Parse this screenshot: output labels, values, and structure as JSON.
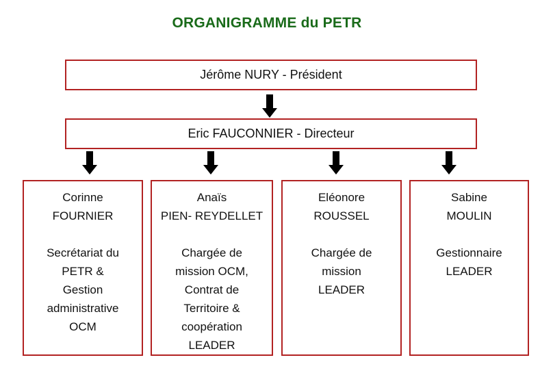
{
  "title": "ORGANIGRAMME du PETR",
  "president": "Jérôme NURY - Président",
  "director": "Eric FAUCONNIER - Directeur",
  "colors": {
    "title": "#1a6b1a",
    "box_border": "#b22222",
    "arrow": "#000000"
  },
  "staff": [
    {
      "first_name": "Corinne",
      "last_name": "FOURNIER",
      "role_lines": [
        "Secrétariat du",
        "PETR &",
        "Gestion",
        "administrative",
        "OCM"
      ]
    },
    {
      "first_name": "Anaïs",
      "last_name": "PIEN- REYDELLET",
      "role_lines": [
        "Chargée de",
        "mission OCM,",
        "Contrat de",
        "Territoire &",
        "coopération",
        "LEADER"
      ]
    },
    {
      "first_name": "Eléonore",
      "last_name": "ROUSSEL",
      "role_lines": [
        "Chargée de",
        "mission",
        "LEADER"
      ]
    },
    {
      "first_name": "Sabine",
      "last_name": "MOULIN",
      "role_lines": [
        "Gestionnaire",
        "LEADER"
      ]
    }
  ]
}
